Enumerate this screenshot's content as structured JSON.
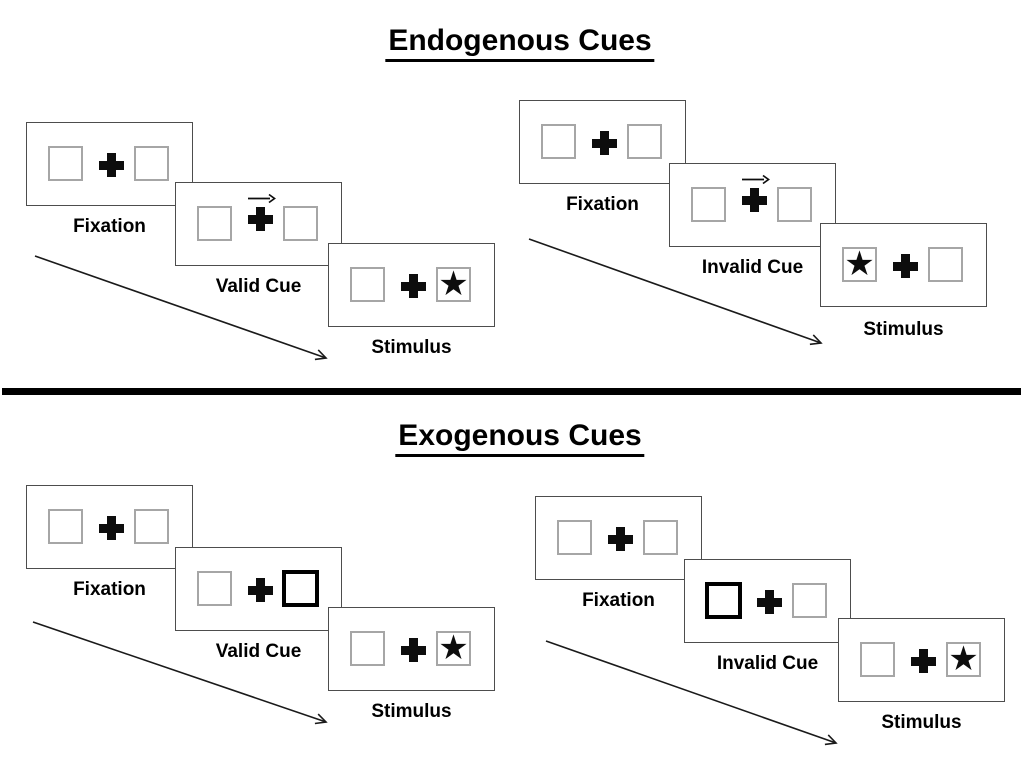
{
  "page": {
    "background": "#ffffff"
  },
  "colors": {
    "text": "#000000",
    "panel_border": "#4d4d4d",
    "square_border": "#a6a6a6",
    "cue_box_highlight": "#000000",
    "symbol": "#0d0d0d",
    "divider": "#000000",
    "arrow": "#1a1a1a"
  },
  "glyphs": {
    "star": "★"
  },
  "sections": [
    {
      "title": "Endogenous Cues",
      "groups": [
        {
          "trial_type": "valid",
          "cue": "central-arrow-right",
          "target_side": "right",
          "panels": [
            {
              "label": "Fixation"
            },
            {
              "label": "Valid Cue"
            },
            {
              "label": "Stimulus"
            }
          ]
        },
        {
          "trial_type": "invalid",
          "cue": "central-arrow-right",
          "target_side": "left",
          "panels": [
            {
              "label": "Fixation"
            },
            {
              "label": "Invalid Cue"
            },
            {
              "label": "Stimulus"
            }
          ]
        }
      ]
    },
    {
      "title": "Exogenous Cues",
      "groups": [
        {
          "trial_type": "valid",
          "cue": "peripheral-box-right",
          "target_side": "right",
          "panels": [
            {
              "label": "Fixation"
            },
            {
              "label": "Valid Cue"
            },
            {
              "label": "Stimulus"
            }
          ]
        },
        {
          "trial_type": "invalid",
          "cue": "peripheral-box-left",
          "target_side": "right",
          "panels": [
            {
              "label": "Fixation"
            },
            {
              "label": "Invalid Cue"
            },
            {
              "label": "Stimulus"
            }
          ]
        }
      ]
    }
  ]
}
